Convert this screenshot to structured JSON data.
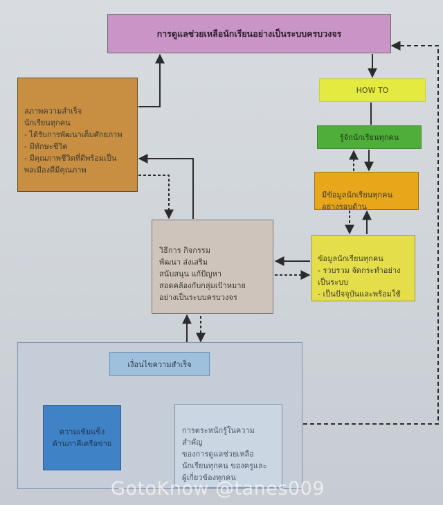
{
  "title": "การดูแลช่วยเหลือนักเรียนอย่างเป็นระบบครบวงจร",
  "howto": "HOW TO",
  "know_students": "รู้จักนักเรียนทุกคน",
  "student_data": "มีข้อมูลนักเรียนทุกคน\nอย่างรอบด้าน",
  "student_data_detail": "ข้อมูลนักเรียนทุกคน\n- รวบรวม  จัดกระทำอย่าง\nเป็นระบบ\n- เป็นปัจจุบันและพร้อมใช้",
  "success_state": "สภาพความสำเร็จ\nนักเรียนทุกคน\n - ได้รับการพัฒนาเต็มศักยภาพ\n - มีทักษะชีวิต\n - มีคุณภาพชีวิตที่ดีพร้อมเป็น\nพลเมืองดีมีคุณภาพ",
  "methods": "วิธีการ   กิจกรรม\nพัฒนา  ส่งเสริม\nสนับสนุน  แก้ปัญหา\nสอดคล้องกับกลุ่มเป้าหมาย\nอย่างเป็นระบบครบวงจร",
  "success_conditions": "เงื่อนไขความสำเร็จ",
  "network_strength": "ความเข้มแข็ง\nด้านภาคีเครือข่าย",
  "awareness": "การตระหนักรู้ในความสำคัญ\nของการดูแลช่วยเหลือ\nนักเรียนทุกคน ของครูและ\nผู้เกี่ยวข้องทุกคน",
  "watermark": "GotoKnow @tanes009"
}
